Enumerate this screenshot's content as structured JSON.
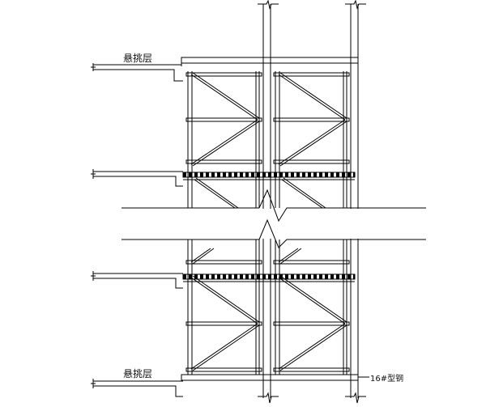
{
  "drawing": {
    "type": "cantilever scaffold elevation",
    "labels": {
      "top_layer": "悬挑层",
      "bottom_layer": "悬挑层",
      "steel_beam": "16#型钢"
    },
    "colors": {
      "line": "#000000",
      "background": "#ffffff"
    }
  }
}
